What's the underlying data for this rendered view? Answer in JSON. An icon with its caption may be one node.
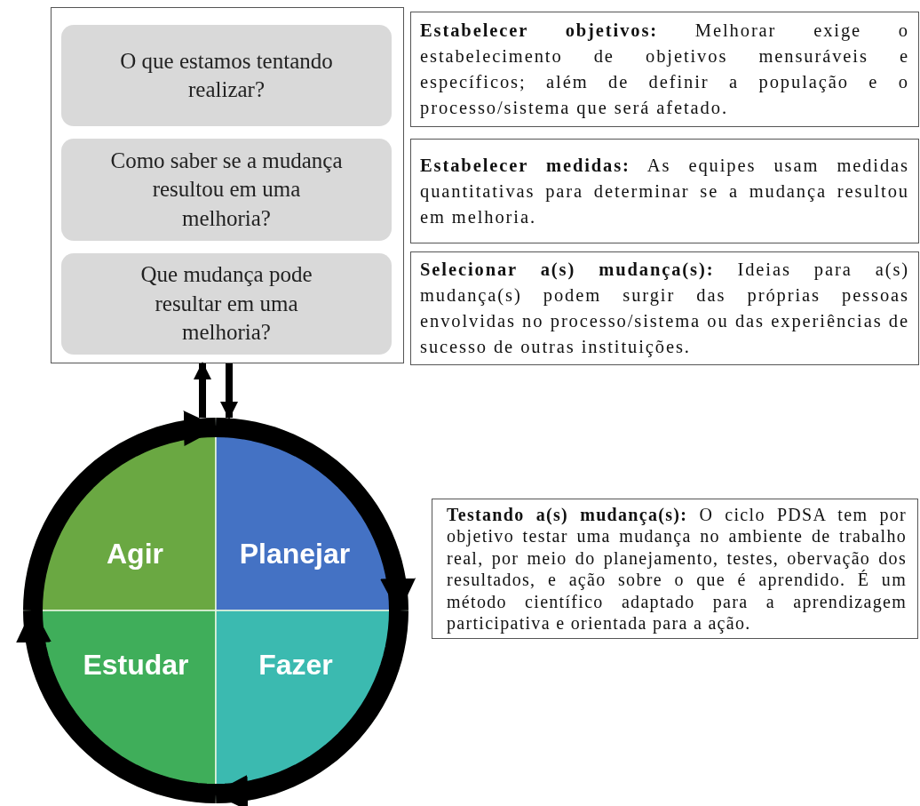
{
  "diagram": {
    "nodes": [
      {
        "text": [],
        "shape": "box"
      },
      {
        "text": [
          "O que estamos tentando realizar?"
        ],
        "in": 0
      },
      {
        "text": [
          "Como saber se a mudança resultou em uma melhoria?"
        ],
        "in": 0
      },
      {
        "text": [
          "Que mudança pode resultar em uma melhoria?"
        ],
        "in": 0
      },
      {
        "text": [
          "**Estabelecer objetivos:** Melhorar exige o estabelecimento de objetivos mensuráveis e específicos; além de definir a população e o processo/sistema que será afetado."
        ]
      },
      {
        "text": [
          "**Estabelecer medidas:** As equipes usam medidas quantitativas para determinar se a mudança resultou em melhoria."
        ]
      },
      {
        "text": [
          "**Selecionar a(s) mudança(s):** Ideias para a(s) mudança(s) podem surgir das próprias pessoas envolvidas no processo/sistema ou das experiências de sucesso de outras instituições."
        ]
      },
      {
        "text": [
          "Agir"
        ]
      },
      {
        "text": [
          "Planejar"
        ]
      },
      {
        "text": [
          "Estudar"
        ]
      },
      {
        "text": [
          "Fazer"
        ]
      },
      {
        "text": [
          "**Testando a(s) mudança(s):** O ciclo PDSA tem por objetivo testar uma mudança no ambiente de trabalho real, por meio do planejamento, testes, obervação dos resultados, e ação sobre o que é aprendido. É um método científico adaptado para a aprendizagem participativa e orientada para a ação."
        ]
      }
    ],
    "edges": [
      {
        "from": 7,
        "to": 0,
        "arrow": "to"
      },
      {
        "from": 0,
        "to": 8,
        "arrow": "to"
      },
      {
        "from": 7,
        "to": 8,
        "arrow": "to"
      },
      {
        "from": 8,
        "to": 10,
        "arrow": "to"
      },
      {
        "from": 10,
        "to": 9,
        "arrow": "to"
      },
      {
        "from": 9,
        "to": 7,
        "arrow": "to"
      }
    ]
  }
}
